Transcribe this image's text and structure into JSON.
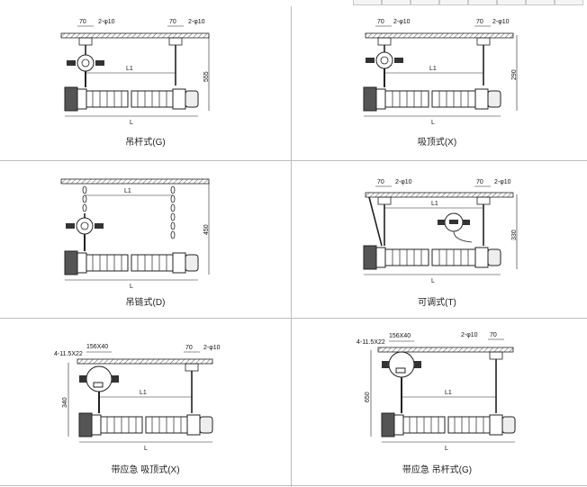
{
  "panels": [
    {
      "caption": "吊杆式(G)",
      "dims": {
        "left_top": "70",
        "left_hole": "2-φ10",
        "right_top": "70",
        "right_hole": "2-φ10",
        "span": "L1",
        "length": "L",
        "height": "555"
      }
    },
    {
      "caption": "吸顶式(X)",
      "dims": {
        "left_top": "70",
        "left_hole": "2-φ10",
        "right_top": "70",
        "right_hole": "2-φ10",
        "span": "L1",
        "length": "L",
        "height": "290"
      }
    },
    {
      "caption": "吊链式(D)",
      "dims": {
        "span": "L1",
        "length": "L",
        "height": "450"
      }
    },
    {
      "caption": "可调式(T)",
      "dims": {
        "left_top": "70",
        "left_hole": "2-φ10",
        "right_top": "70",
        "right_hole": "2-φ10",
        "span": "L1",
        "length": "L",
        "height": "330"
      }
    },
    {
      "caption": "带应急 吸顶式(X)",
      "dims": {
        "mount": "4-11.5X22",
        "box": "156X40",
        "right_top": "70",
        "right_hole": "2-φ10",
        "span": "L1",
        "length": "L",
        "height": "340"
      }
    },
    {
      "caption": "带应急 吊杆式(G)",
      "dims": {
        "mount": "4-11.5X22",
        "box": "156X40",
        "right_top": "70",
        "right_hole": "2-φ10",
        "span": "L1",
        "length": "L",
        "height": "650"
      }
    }
  ]
}
